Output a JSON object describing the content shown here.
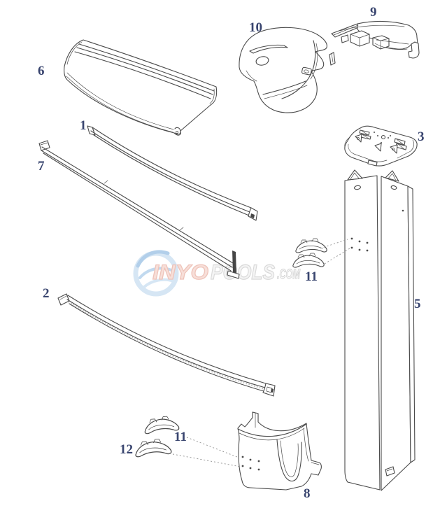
{
  "watermark": {
    "logo_icon": "wave-swirl-logo",
    "inyo": "INYO",
    "pools": "POOLS",
    "com": ".COM"
  },
  "labels": {
    "part1": "1",
    "part2": "2",
    "part3": "3",
    "part5": "5",
    "part6": "6",
    "part7": "7",
    "part8": "8",
    "part9": "9",
    "part10": "10",
    "part11_right": "11",
    "part11_left": "11",
    "part12": "12"
  },
  "colors": {
    "line": "#4a4a4a",
    "label": "#39456f",
    "wm_pink": "#eec0b6",
    "wm_gray": "#d6d6d6",
    "wm_blue": "#b5d2ec"
  }
}
